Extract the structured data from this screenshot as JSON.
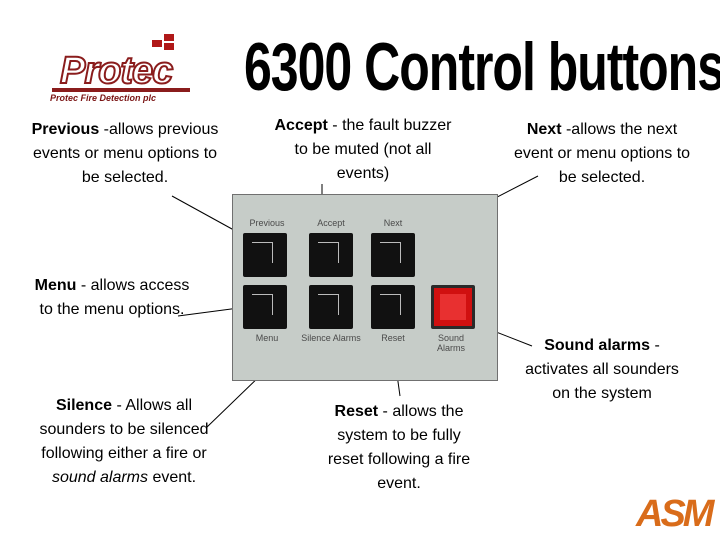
{
  "logo": {
    "name": "Protec",
    "tagline": "Protec Fire Detection plc"
  },
  "title": "6300 Control buttons",
  "panel": {
    "top_labels": [
      "Previous",
      "Accept",
      "Next"
    ],
    "bottom_labels": [
      "Menu",
      "Silence Alarms",
      "Reset",
      "Sound Alarms"
    ]
  },
  "descriptions": {
    "previous": {
      "name": "Previous",
      "text": " -allows previous events or menu options to be selected."
    },
    "accept": {
      "name": "Accept",
      "text": " - the fault buzzer to be muted (not all events)"
    },
    "next": {
      "name": "Next",
      "text": " -allows the next event or menu options to be selected."
    },
    "menu": {
      "name": "Menu",
      "text": " - allows access to the menu options."
    },
    "silence": {
      "name": "Silence",
      "text": " - Allows all sounders to be silenced following either a fire or ",
      "italic": "sound alarms",
      "tail": " event."
    },
    "reset": {
      "name": "Reset",
      "text": " - allows the system to be fully reset following a fire event."
    },
    "sound": {
      "name": "Sound alarms",
      "text": " - activates all sounders on the system"
    }
  },
  "asm_logo": "ASM",
  "colors": {
    "logo_red": "#8a1c1c",
    "panel": "#c6ccc8",
    "sound_button": "#d01010",
    "asm_orange": "#d96c1a"
  }
}
